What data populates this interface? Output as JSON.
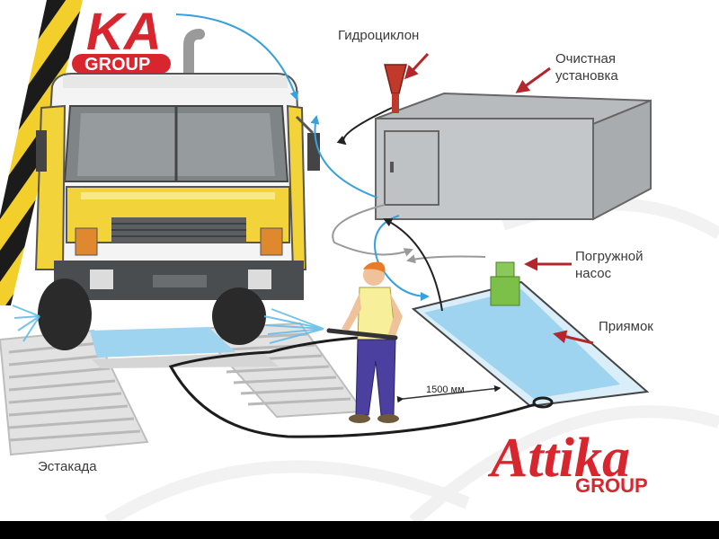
{
  "labels": {
    "hydrocyclone": "Гидроциклон",
    "treatment_line1": "Очистная",
    "treatment_line2": "установка",
    "pump_line1": "Погружной",
    "pump_line2": "насос",
    "pit": "Приямок",
    "overpass": "Эстакада",
    "distance": "1500 мм"
  },
  "logo": {
    "top_partial": "KA",
    "top_group": "GROUP",
    "brand": "Attika",
    "group": "GROUP"
  },
  "colors": {
    "arrow": "#b3262b",
    "water": "#9fd4f0",
    "flow_blue": "#3aa0dc",
    "flow_gray": "#9a9a9a",
    "truck_yellow": "#f2d33a",
    "unit_gray": "#c4c7c9",
    "pump_green": "#7cc04a",
    "logo_red": "#d8262f"
  }
}
